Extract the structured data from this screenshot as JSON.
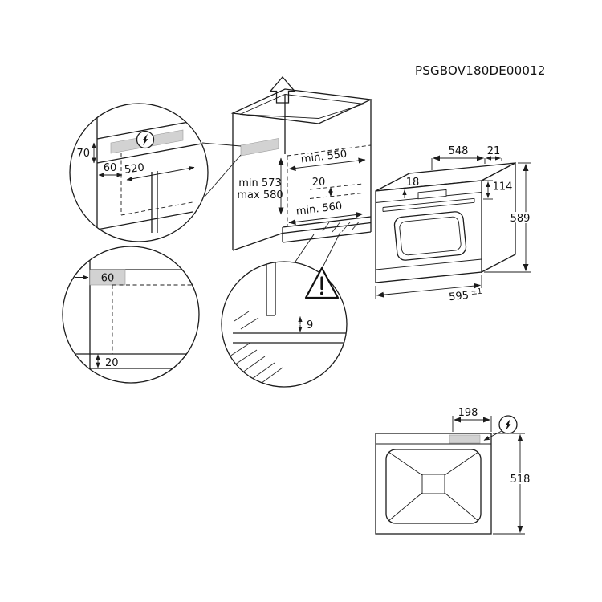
{
  "drawing": {
    "code": "PSGBOV180DE00012",
    "colors": {
      "line": "#1c1c1c",
      "shade": "#d2d2d2",
      "background": "#ffffff"
    },
    "icons": {
      "power": "lightning-bolt-icon",
      "warning": "warning-triangle-icon",
      "insert_direction": "up-arrow-icon"
    },
    "niche": {
      "width": "min. 550",
      "rear_gap": "20",
      "height_min": "min 573",
      "height_max": "max 580",
      "depth": "min. 560"
    },
    "detail_connection": {
      "top_offset": "70",
      "side_offset": "60",
      "depth": "520"
    },
    "detail_base": {
      "side_zone": "60",
      "recess": "20"
    },
    "detail_vent": {
      "gap": "9"
    },
    "oven": {
      "depth": "548",
      "door_overhang": "21",
      "top_clearance": "18",
      "panel_height": "114",
      "height": "589",
      "width": "595",
      "width_tolerance": "±1"
    },
    "top_view": {
      "cable_position": "198",
      "depth": "518"
    }
  }
}
